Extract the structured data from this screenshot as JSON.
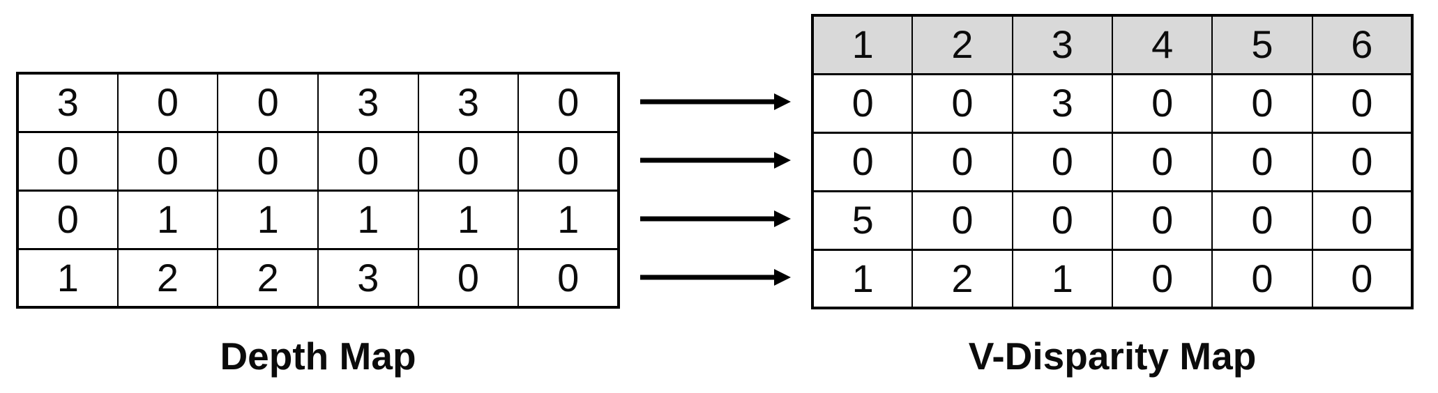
{
  "diagram": {
    "depth_map": {
      "label": "Depth Map",
      "rows": [
        [
          3,
          0,
          0,
          3,
          3,
          0
        ],
        [
          0,
          0,
          0,
          0,
          0,
          0
        ],
        [
          0,
          1,
          1,
          1,
          1,
          1
        ],
        [
          1,
          2,
          2,
          3,
          0,
          0
        ]
      ]
    },
    "v_disparity_map": {
      "label": "V-Disparity Map",
      "header": [
        1,
        2,
        3,
        4,
        5,
        6
      ],
      "rows": [
        [
          0,
          0,
          3,
          0,
          0,
          0
        ],
        [
          0,
          0,
          0,
          0,
          0,
          0
        ],
        [
          5,
          0,
          0,
          0,
          0,
          0
        ],
        [
          1,
          2,
          1,
          0,
          0,
          0
        ]
      ]
    },
    "arrows": {
      "count": 4,
      "direction": "right"
    },
    "colors": {
      "background": "#ffffff",
      "border": "#000000",
      "text": "#0b0b0b",
      "header_fill": "#d9d9d9",
      "arrow": "#000000"
    }
  }
}
